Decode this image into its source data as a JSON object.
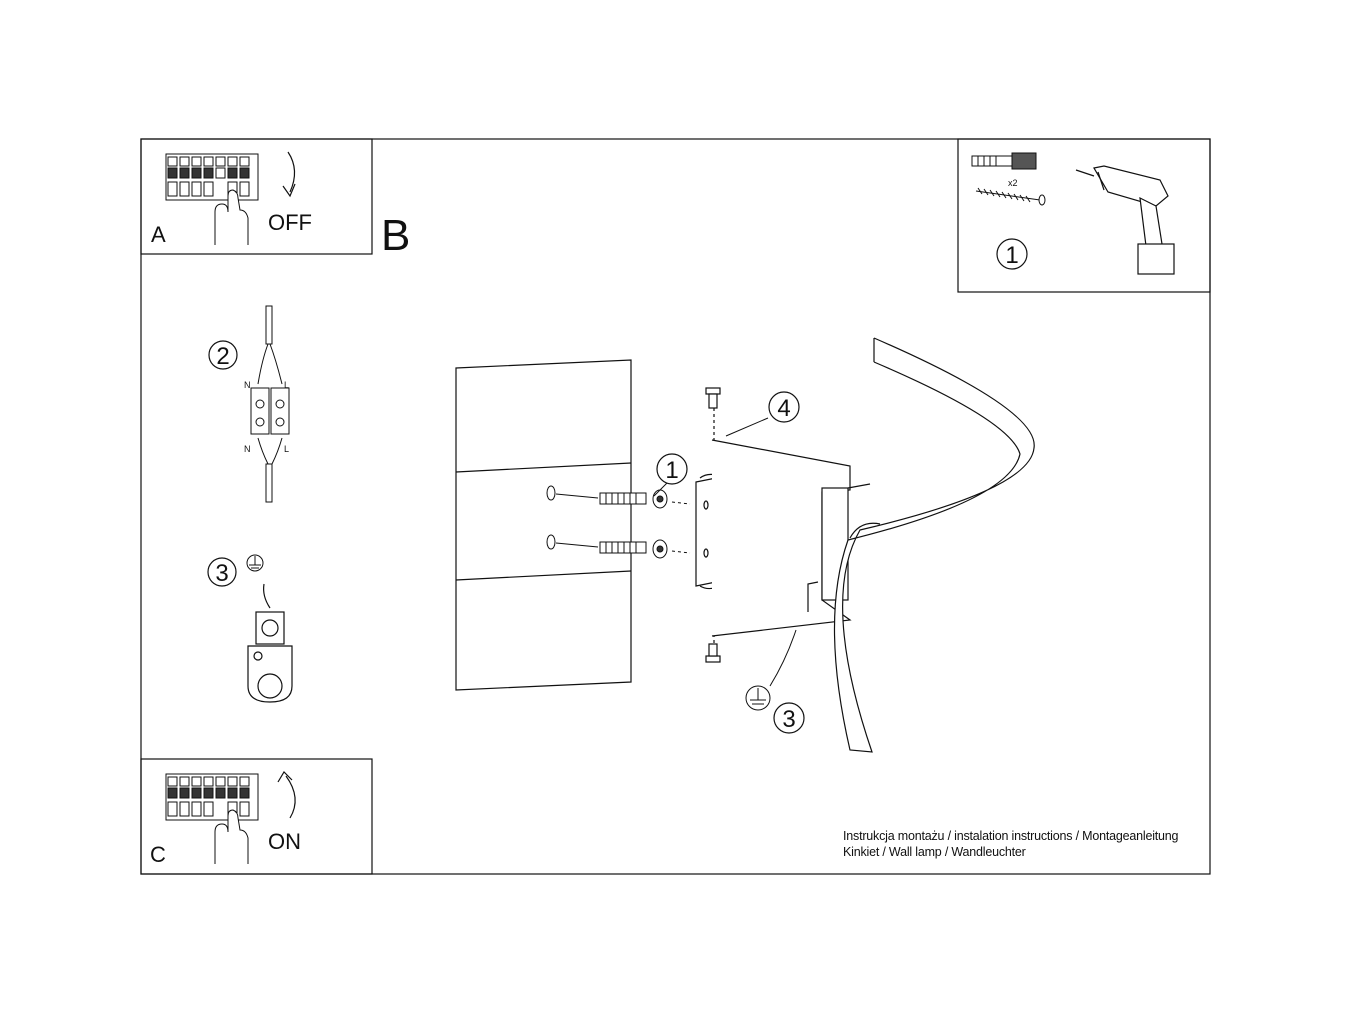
{
  "panels": {
    "a": {
      "letter": "A",
      "action": "OFF"
    },
    "b": {
      "letter": "B"
    },
    "c": {
      "letter": "C",
      "action": "ON"
    }
  },
  "tools": {
    "qty": "x2",
    "step": "1"
  },
  "wiring": {
    "step2": "2",
    "neutral": "N",
    "live": "L",
    "step3": "3"
  },
  "main": {
    "callout_1": "1",
    "callout_3": "3",
    "callout_4": "4"
  },
  "footer": {
    "line1": "Instrukcja montażu / instalation instructions / Montageanleitung",
    "line2": "Kinkiet / Wall lamp / Wandleuchter"
  }
}
